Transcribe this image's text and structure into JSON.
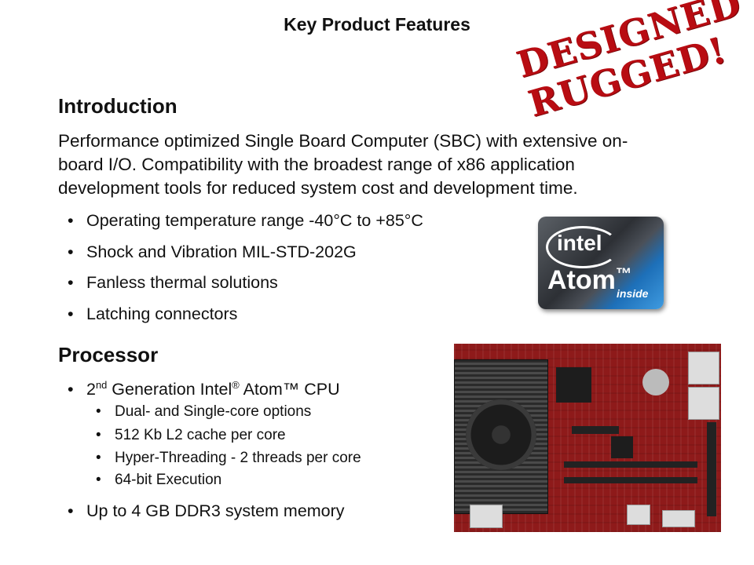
{
  "title": "Key Product Features",
  "stamp": {
    "line1": "DESIGNED",
    "line2": "RUGGED!"
  },
  "badge": {
    "brand": "intel",
    "product": "Atom",
    "tm": "™",
    "inside": "inside"
  },
  "introduction": {
    "heading": "Introduction",
    "paragraph_lines": [
      "Performance optimized Single Board Computer (SBC) with extensive on-",
      "board I/O. Compatibility with the broadest range of x86 application",
      "development tools for reduced system cost and development time."
    ],
    "bullets": [
      "Operating temperature range -40°C to +85°C",
      "Shock and Vibration MIL-STD-202G",
      "Fanless thermal solutions",
      "Latching connectors"
    ]
  },
  "processor": {
    "heading": "Processor",
    "cpu": {
      "prefix": "2",
      "sup": "nd",
      "mid": " Generation Intel",
      "reg": "®",
      "suffix": " Atom™ CPU"
    },
    "sub_bullets": [
      "Dual- and Single-core options",
      "512 Kb L2 cache per core",
      "Hyper-Threading - 2 threads per core",
      "64-bit Execution"
    ],
    "memory": "Up to 4 GB DDR3 system memory"
  },
  "bullet_glyph": "•"
}
